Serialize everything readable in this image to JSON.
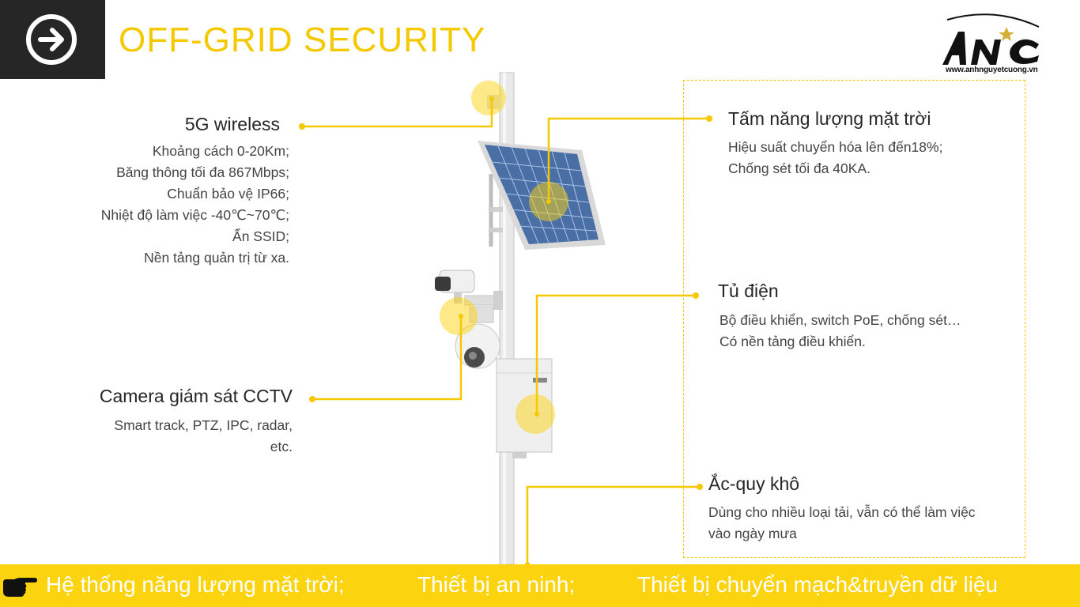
{
  "title": "OFF-GRID SECURITY",
  "logo": {
    "brand": "ANC",
    "url": "www.anhnguyetcuong.vn"
  },
  "features": {
    "wireless": {
      "title": "5G wireless",
      "lines": [
        "Khoảng cách 0-20Km;",
        "Băng thông tối đa 867Mbps;",
        "Chuẩn bảo vệ IP66;",
        "Nhiệt độ làm việc -40℃~70℃;",
        "Ẩn SSID;",
        "Nền tảng quản trị từ xa."
      ]
    },
    "camera": {
      "title": "Camera giám sát CCTV",
      "lines": [
        "Smart track, PTZ, IPC, radar,",
        "etc."
      ]
    },
    "solar": {
      "title": "Tấm năng lượng mặt trời",
      "lines": [
        "Hiệu suất chuyển hóa lên đến18%;",
        "Chống sét tối đa 40KA."
      ]
    },
    "cabinet": {
      "title": "Tủ điện",
      "lines": [
        "Bộ điều khiển, switch PoE, chống sét…",
        "Có nền tảng điều khiển."
      ]
    },
    "battery": {
      "title": "Ắc-quy khô",
      "lines": [
        "Dùng cho nhiều loại tải, vẫn có thể làm việc",
        "vào ngày mưa"
      ]
    }
  },
  "footer": {
    "items": [
      "Hệ thống năng lượng mặt trời;",
      "Thiết bị an ninh;",
      "Thiết bị chuyển mạch&truyền dữ liệu"
    ]
  },
  "colors": {
    "accent": "#f5c800",
    "footer": "#fbd30f",
    "header_block": "#262626"
  },
  "icons": [
    "arrow-right-circle-icon",
    "pointing-hand-icon"
  ]
}
